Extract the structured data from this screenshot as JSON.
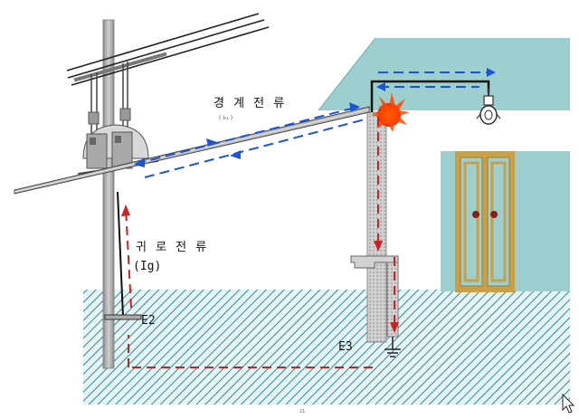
{
  "labels": {
    "leakage_current": "경 계 전 류",
    "leakage_sub": "( I₀₁ )",
    "return_current": "귀 로 전 류",
    "ig": "(Ig)",
    "e2": "E2",
    "e3": "E3",
    "page_marker": "21"
  },
  "colors": {
    "ground_hatch": "#2e8a96",
    "ground_bg": "#e6f4f5",
    "roof": "#9ecfcf",
    "wall": "#9ecfcf",
    "door_frame": "#c9a04a",
    "door_panel": "#9ecfcf",
    "door_knob": "#8b1a1a",
    "pole": "#b5b5b5",
    "fault_current": "#1a55d6",
    "return_current": "#cc2222",
    "spark": "#ff4500"
  },
  "icons": [
    "transformer-icon",
    "spark-icon",
    "lamp-icon",
    "mouse-cursor-icon",
    "ground-symbol-icon"
  ]
}
